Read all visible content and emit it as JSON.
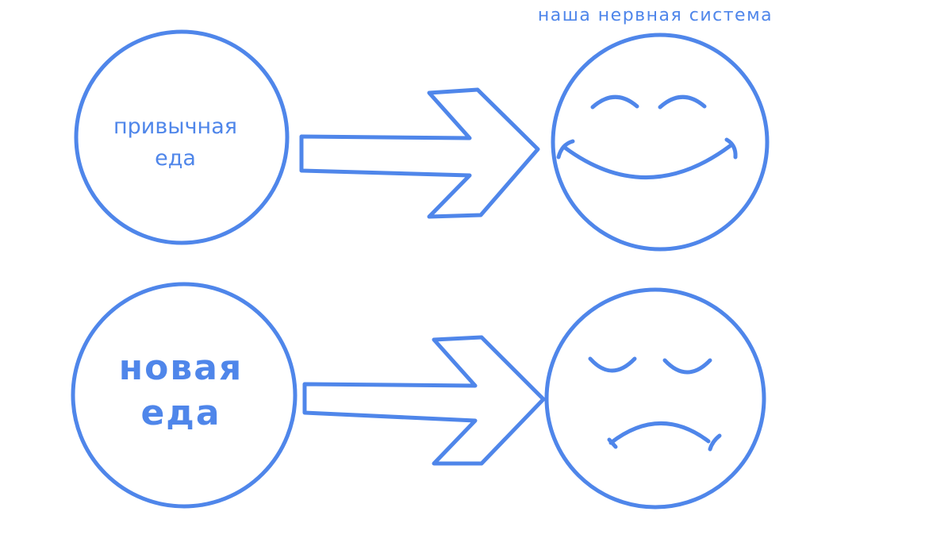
{
  "caption": "наша нервная система",
  "rows": [
    {
      "food_label_lines": [
        "привычная",
        "еда"
      ],
      "face": "smiling-face-icon"
    },
    {
      "food_label_lines": [
        "новая",
        "еда"
      ],
      "face": "sad-face-icon"
    }
  ],
  "arrow_icon": "right-arrow-icon",
  "colors": {
    "stroke": "#4f86ea",
    "text": "#4f86ea",
    "background": "#ffffff"
  }
}
